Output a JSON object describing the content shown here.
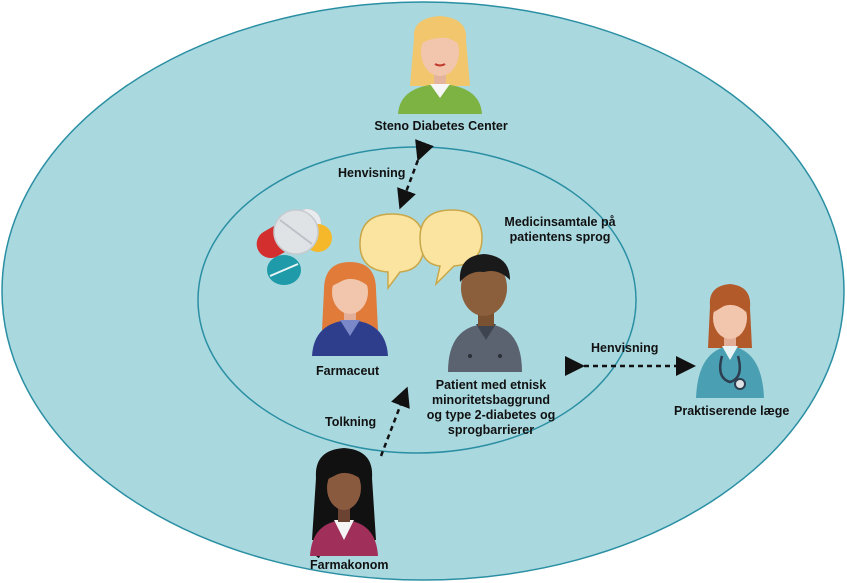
{
  "colors": {
    "background_ellipse": "#a9d8df",
    "ellipse_stroke": "#2a8fa3",
    "arrow": "#111111",
    "speech_bubble": "#fbe3a0",
    "pharmacist_uniform": "#2f3e8c",
    "steno_shirt": "#7cb342",
    "doctor_coat": "#4a9fb3",
    "patient_shirt": "#5b6270",
    "farmakonom_top": "#a0305a"
  },
  "icons": [
    "woman-icon",
    "man-icon",
    "doctor-icon",
    "pills-icon",
    "speech-bubble-icon"
  ],
  "labels": {
    "steno": "Steno Diabetes Center",
    "henvisning_top": "Henvisning",
    "medicin_line1": "Medicinsamtale på",
    "medicin_line2": "patientens sprog",
    "farmaceut": "Farmaceut",
    "patient_line1": "Patient med etnisk",
    "patient_line2": "minoritetsbaggrund",
    "patient_line3": "og type 2-diabetes og",
    "patient_line4": "sprogbarrierer",
    "henvisning_right": "Henvisning",
    "laege": "Praktiserende læge",
    "tolkning": "Tolkning",
    "farmakonom": "Farmakonom"
  }
}
